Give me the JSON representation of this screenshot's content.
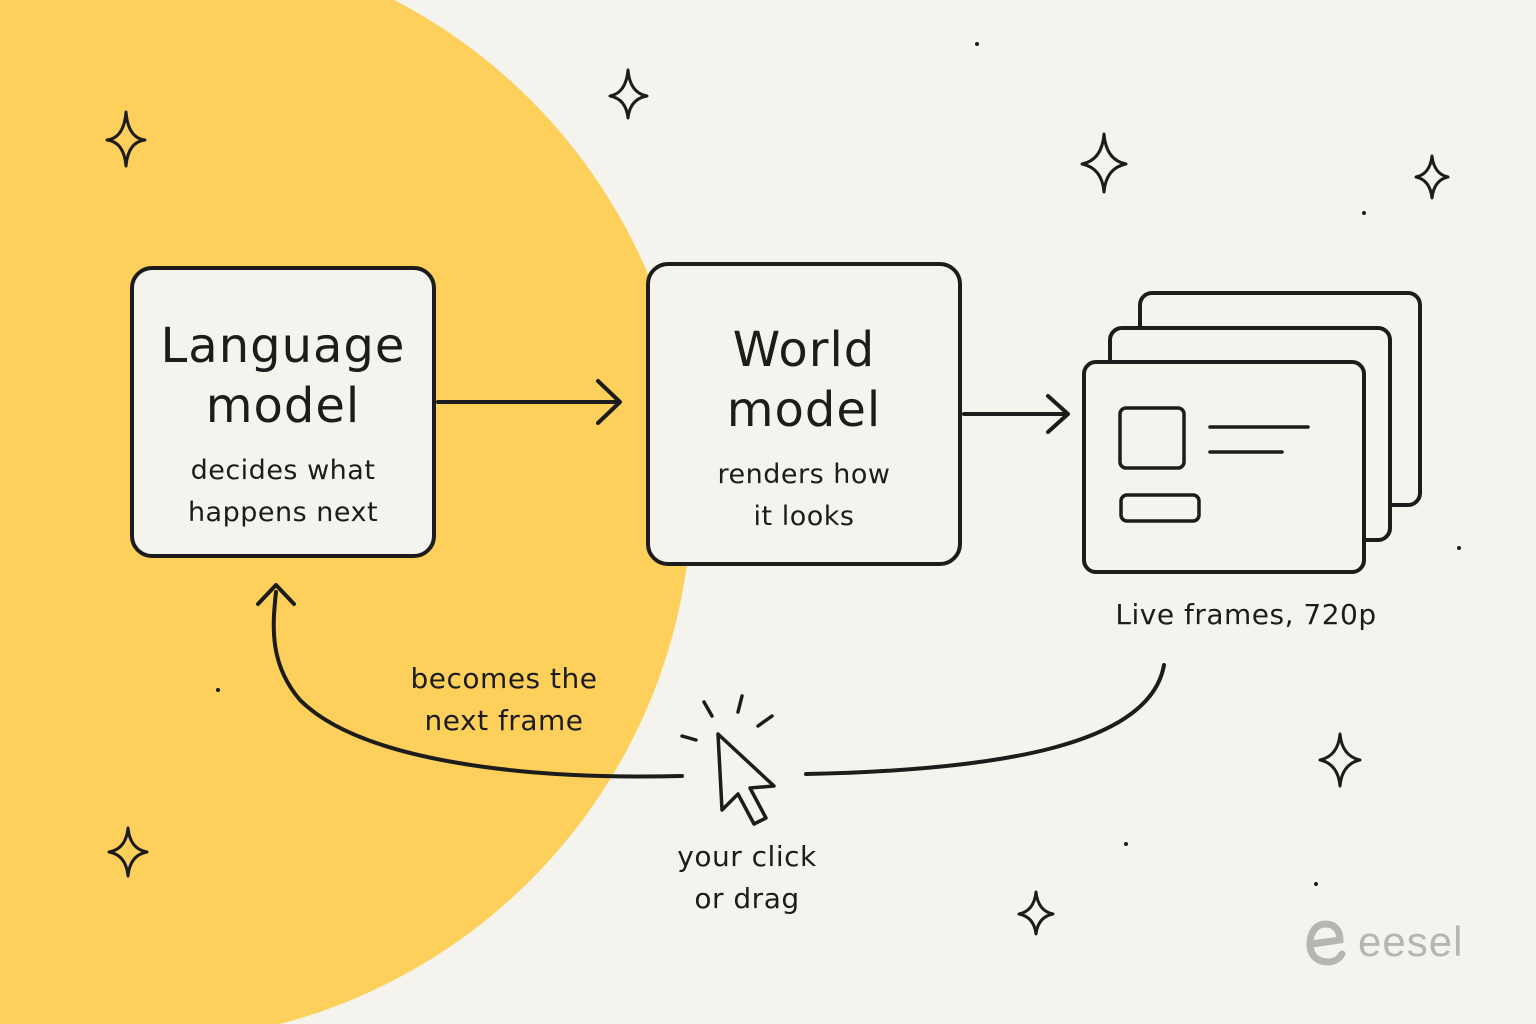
{
  "colors": {
    "background": "#f5f3ee",
    "accent_circle": "#fcd05a",
    "ink": "#1c1c1c",
    "brand_gray": "#b7b5b0"
  },
  "language_model": {
    "title": "Language\nmodel",
    "subtitle": "decides what\nhappens next"
  },
  "world_model": {
    "title": "World\nmodel",
    "subtitle": "renders how\nit looks"
  },
  "frames": {
    "caption": "Live frames, 720p",
    "icon": "stacked-frames-icon"
  },
  "feedback": {
    "loop_label": "becomes the\nnext frame",
    "input_label": "your click\nor drag",
    "icon": "cursor-click-icon"
  },
  "brand": {
    "name": "eesel",
    "icon": "eesel-logo-icon"
  },
  "decorations": {
    "icon": "sparkle-icon"
  }
}
